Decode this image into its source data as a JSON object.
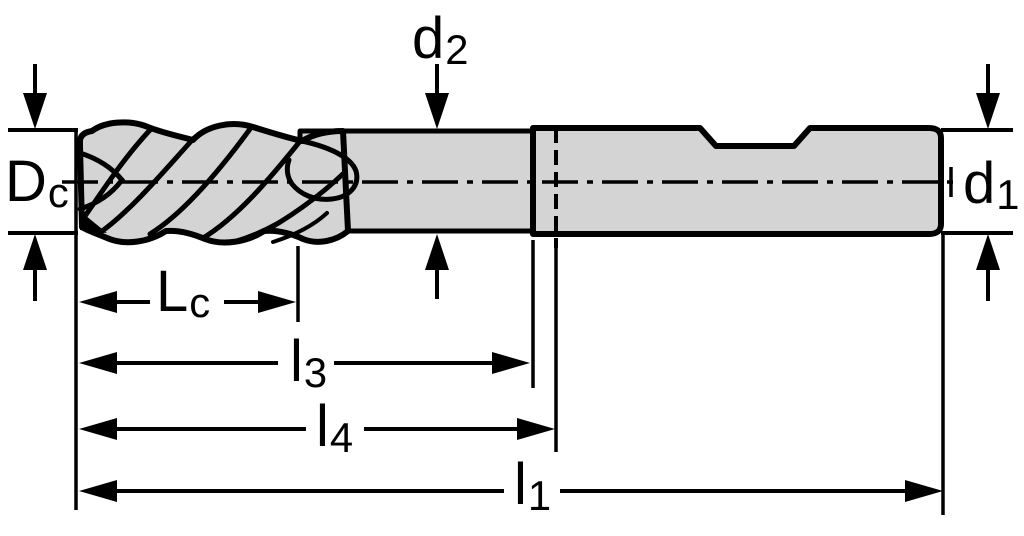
{
  "diagram": {
    "type": "technical-drawing",
    "subject": "end-mill-tool-dimensions",
    "labels": {
      "dc": {
        "base": "D",
        "sub": "c"
      },
      "d2": {
        "base": "d",
        "sub": "2"
      },
      "d1": {
        "base": "d",
        "sub": "1"
      },
      "lc": {
        "base": "L",
        "sub": "c"
      },
      "l3": {
        "base": "l",
        "sub": "3"
      },
      "l4": {
        "base": "l",
        "sub": "4"
      },
      "l1": {
        "base": "l",
        "sub": "1"
      }
    },
    "colors": {
      "line": "#000000",
      "fill": "#d4d4d4",
      "background": "#ffffff"
    }
  }
}
